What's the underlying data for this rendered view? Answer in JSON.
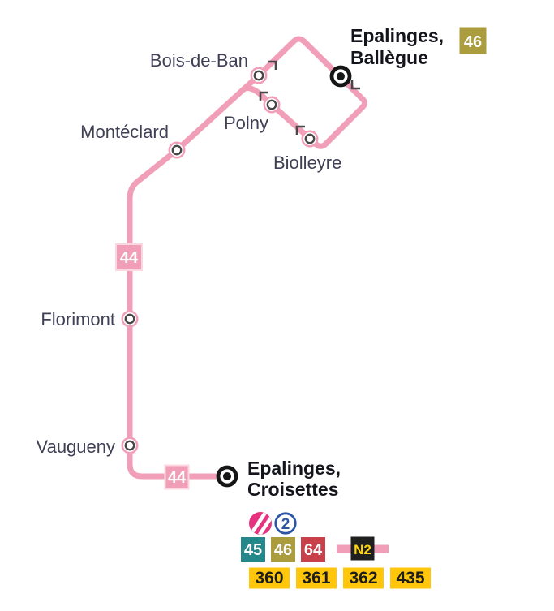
{
  "map": {
    "line": {
      "number": "44",
      "color": "#F19FB8"
    },
    "termini": {
      "ballegue": {
        "line1": "Epalinges,",
        "line2": "Ballègue",
        "connection_badge": "46"
      },
      "croisettes": {
        "line1": "Epalinges,",
        "line2": "Croisettes"
      }
    },
    "stops": [
      {
        "name": "Bois-de-Ban"
      },
      {
        "name": "Montéclard"
      },
      {
        "name": "Polny"
      },
      {
        "name": "Biolleyre"
      },
      {
        "name": "Florimont"
      },
      {
        "name": "Vaugueny"
      }
    ],
    "line_badges": {
      "mid": "44",
      "bottom": "44"
    }
  },
  "legend": {
    "metro": {
      "line_label": "2",
      "m_color": "#E5337F",
      "circle_color": "#2D55A5"
    },
    "bus_lines": [
      {
        "label": "45",
        "color": "#26878B"
      },
      {
        "label": "46",
        "color": "#AB9C3D"
      },
      {
        "label": "64",
        "color": "#C7404A"
      }
    ],
    "night_line": {
      "label": "N2",
      "bg": "#1F1F1F",
      "text_color": "#FFD508",
      "bar_color": "#F19FB8"
    },
    "regional_lines": [
      {
        "label": "360"
      },
      {
        "label": "361"
      },
      {
        "label": "362"
      },
      {
        "label": "435"
      }
    ],
    "regional_color": "#FFC60A"
  }
}
